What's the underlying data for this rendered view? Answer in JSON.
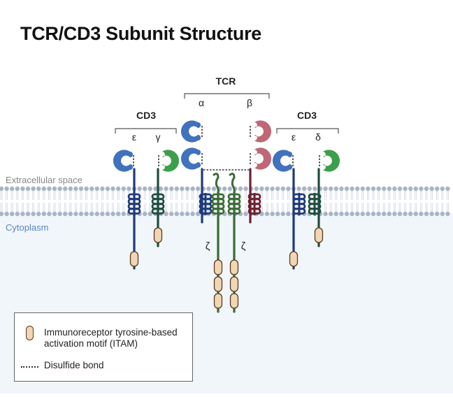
{
  "title": "TCR/CD3 Subunit Structure",
  "regions": {
    "extracellular": "Extracellular space",
    "cytoplasm": "Cytoplasm"
  },
  "groups": {
    "cd3_left": {
      "label": "CD3",
      "chains": [
        "ε",
        "γ"
      ]
    },
    "tcr": {
      "label": "TCR",
      "chains": [
        "α",
        "β"
      ]
    },
    "cd3_right": {
      "label": "CD3",
      "chains": [
        "ε",
        "δ"
      ]
    },
    "zeta": {
      "chains": [
        "ζ",
        "ζ"
      ]
    }
  },
  "legend": {
    "itam_label": "Immunoreceptor tyrosine-based activation motif (ITAM)",
    "disulfide_label": "Disulfide bond"
  },
  "colors": {
    "epsilon_domain": "#3f72bf",
    "epsilon_stalk": "#1f3a7a",
    "gamma_delta_domain": "#3aa04a",
    "gamma_delta_stalk": "#1e4d3f",
    "beta_domain": "#c06675",
    "beta_stalk": "#6e2030",
    "zeta": "#3a6b35",
    "itam_fill": "#f0d6b4",
    "itam_stroke": "#5a3a1a",
    "membrane_head": "#a9b4c6",
    "cytoplasm_bg": "#f1f6fb",
    "cytoplasm_text": "#5b86c4",
    "extracellular_text": "#888888"
  }
}
